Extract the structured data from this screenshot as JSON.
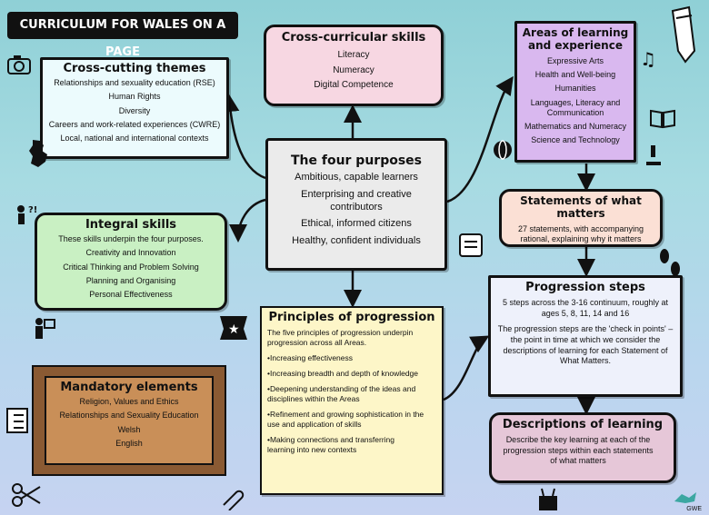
{
  "header": {
    "title": "CURRICULUM FOR WALES ON A PAGE"
  },
  "cross_curricular": {
    "title": "Cross-curricular skills",
    "items": [
      "Literacy",
      "Numeracy",
      "Digital Competence"
    ]
  },
  "areas": {
    "title": "Areas of learning and experience",
    "items": [
      "Expressive Arts",
      "Health and Well-being",
      "Humanities",
      "Languages, Literacy and Communication",
      "Mathematics and Numeracy",
      "Science and Technology"
    ]
  },
  "cross_cutting": {
    "title": "Cross-cutting themes",
    "items": [
      "Relationships and sexuality education (RSE)",
      "Human Rights",
      "Diversity",
      "Careers and work-related experiences (CWRE)",
      "Local, national and international contexts"
    ]
  },
  "four_purposes": {
    "title": "The four purposes",
    "items": [
      "Ambitious, capable learners",
      "Enterprising and creative contributors",
      "Ethical, informed citizens",
      "Healthy, confident individuals"
    ]
  },
  "statements": {
    "title": "Statements of what matters",
    "text": "27 statements, with accompanying rational, explaining why it matters"
  },
  "integral": {
    "title": "Integral skills",
    "items": [
      "These skills underpin the four purposes.",
      "Creativity and Innovation",
      "Critical Thinking and Problem Solving",
      "Planning and Organising",
      "Personal Effectiveness"
    ]
  },
  "progression_steps": {
    "title": "Progression steps",
    "p1": "5 steps across the 3-16 continuum, roughly at ages 5, 8, 11, 14 and 16",
    "p2": "The progression steps are the 'check in points' – the point in time at which we consider the descriptions of learning for each Statement of What Matters."
  },
  "principles": {
    "title": "Principles of progression",
    "intro": "The five principles of progression underpin progression across all Areas.",
    "items": [
      "•Increasing effectiveness",
      "•Increasing breadth and depth of knowledge",
      "•Deepening understanding of the ideas and disciplines within the Areas",
      "•Refinement and growing sophistication in the use and application of skills",
      "•Making connections and transferring learning into new contexts"
    ]
  },
  "mandatory": {
    "title": "Mandatory elements",
    "items": [
      "Religion, Values and Ethics",
      "Relationships and Sexuality Education",
      "Welsh",
      "English"
    ]
  },
  "descriptions": {
    "title": "Descriptions of learning",
    "text": "Describe the key learning at each of the progression steps within each statements of what matters"
  },
  "logo": {
    "text": "GWE"
  },
  "colors": {
    "header_bg": "#111111",
    "cross_curricular_bg": "#f7d7e2",
    "areas_bg": "#d9b8ef",
    "cross_cutting_bg": "#ecfbfd",
    "purposes_bg": "#ebebeb",
    "statements_bg": "#fbe0d5",
    "integral_bg": "#c9f0c3",
    "progression_bg": "#eef1fb",
    "principles_bg": "#fdf6c8",
    "mandatory_bg": "#c98f58",
    "descriptions_bg": "#e6c7d8"
  }
}
